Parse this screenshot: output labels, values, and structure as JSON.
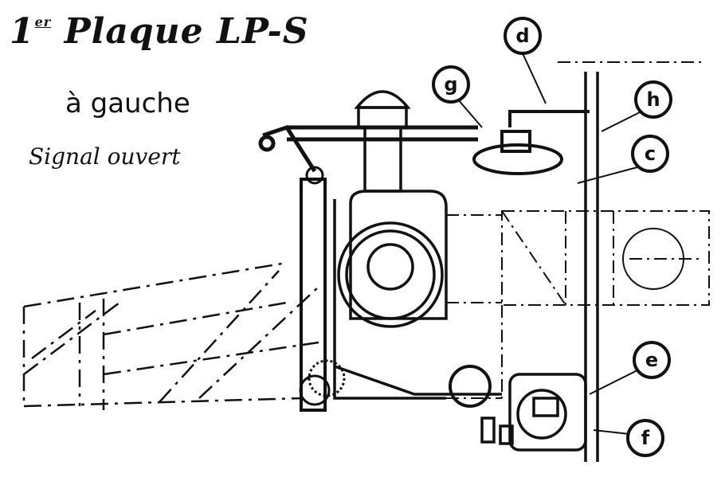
{
  "title": {
    "number": "1",
    "superscript": "er",
    "text": "Plaque LP-S"
  },
  "subtitle": "à gauche",
  "caption": "Signal ouvert",
  "callouts": [
    "d",
    "g",
    "h",
    "c",
    "e",
    "f"
  ]
}
